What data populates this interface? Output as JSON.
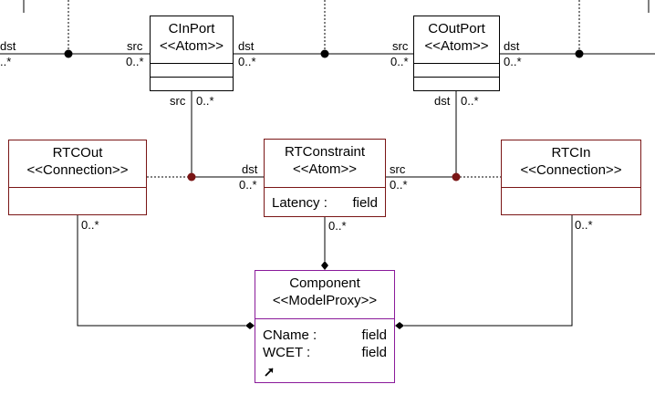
{
  "boxes": {
    "cinport": {
      "name": "CInPort",
      "stereotype": "<<Atom>>"
    },
    "coutport": {
      "name": "COutPort",
      "stereotype": "<<Atom>>"
    },
    "rtcout": {
      "name": "RTCOut",
      "stereotype": "<<Connection>>"
    },
    "rtcin": {
      "name": "RTCIn",
      "stereotype": "<<Connection>>"
    },
    "rtconstraint": {
      "name": "RTConstraint",
      "stereotype": "<<Atom>>",
      "attrs": [
        {
          "name": "Latency :",
          "type": "field"
        }
      ]
    },
    "component": {
      "name": "Component",
      "stereotype": "<<ModelProxy>>",
      "attrs": [
        {
          "name": "CName :",
          "type": "field"
        },
        {
          "name": "WCET :",
          "type": "field"
        }
      ],
      "icon": "proxy-arrow-icon"
    }
  },
  "labels": {
    "dst": "dst",
    "src": "src",
    "mult": "0..*",
    "mult_partial": "..*"
  },
  "colors": {
    "black": "#000000",
    "dark_red": "#7a1616",
    "purple": "#8a1a9a"
  }
}
